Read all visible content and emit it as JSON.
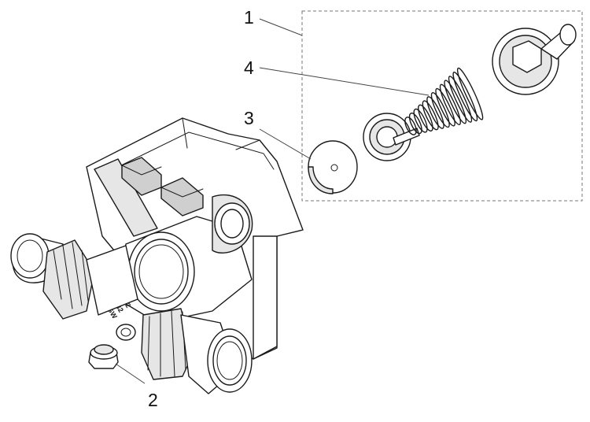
{
  "callouts": [
    {
      "id": "1",
      "label": "1"
    },
    {
      "id": "2",
      "label": "2"
    },
    {
      "id": "3",
      "label": "3"
    },
    {
      "id": "4",
      "label": "4"
    }
  ],
  "body_marking": {
    "line1": "DN 32",
    "line2": "DN 32",
    "line3": "DVGW"
  }
}
